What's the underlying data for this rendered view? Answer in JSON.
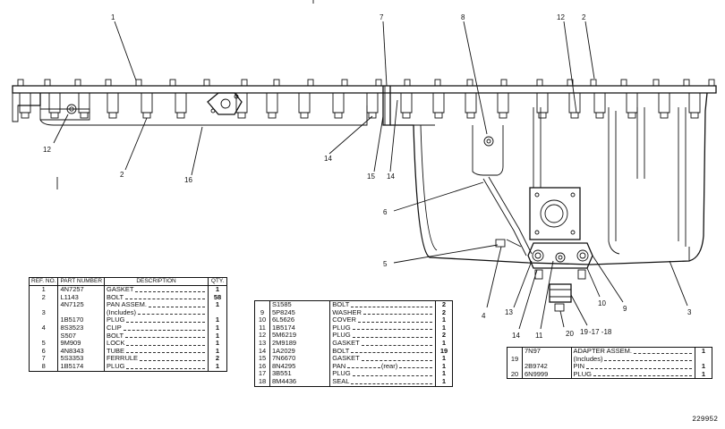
{
  "callouts": {
    "c1": "1",
    "c2_top": "2",
    "c2_left": "2",
    "c3": "3",
    "c4": "4",
    "c5": "5",
    "c6": "6",
    "c7": "7",
    "c8": "8",
    "c9": "9",
    "c10": "10",
    "c11": "11",
    "c12_left": "12",
    "c12_top": "12",
    "c13": "13",
    "c14_mid": "14",
    "c14_right": "14",
    "c14_bottom": "14",
    "c15": "15",
    "c16": "16",
    "c19": "19",
    "c17_18": "-17 -18",
    "c20": "20"
  },
  "table1": {
    "headers": {
      "ref": "REF. NO.",
      "pn": "PART NUMBER",
      "desc": "DESCRIPTION",
      "qty": "QTY."
    },
    "rows": [
      {
        "ref": "1",
        "pn": "4N7257",
        "desc": "GASKET",
        "qty": "1"
      },
      {
        "ref": "2",
        "pn": "L1143",
        "desc": "BOLT",
        "qty": "58"
      },
      {
        "ref": "",
        "pn": "4N7125",
        "desc": "PAN ASSEM.",
        "qty": "1"
      },
      {
        "ref": "3",
        "pn": "",
        "desc": "(Includes)",
        "qty": ""
      },
      {
        "ref": "",
        "pn": "1B5170",
        "desc": "PLUG",
        "qty": "1"
      },
      {
        "ref": "4",
        "pn": "8S3523",
        "desc": "CLIP",
        "qty": "1"
      },
      {
        "ref": "",
        "pn": "S507",
        "desc": "BOLT",
        "qty": "1"
      },
      {
        "ref": "5",
        "pn": "9M909",
        "desc": "LOCK",
        "qty": "1"
      },
      {
        "ref": "6",
        "pn": "4N8343",
        "desc": "TUBE",
        "qty": "1"
      },
      {
        "ref": "7",
        "pn": "5S3353",
        "desc": "FERRULE",
        "qty": "2"
      },
      {
        "ref": "8",
        "pn": "1B5174",
        "desc": "PLUG",
        "qty": "1"
      }
    ]
  },
  "table2": {
    "rows": [
      {
        "ref": "",
        "pn": "S1585",
        "desc": "BOLT",
        "qty": "2"
      },
      {
        "ref": "9",
        "pn": "5P8245",
        "desc": "WASHER",
        "qty": "2"
      },
      {
        "ref": "10",
        "pn": "6L5626",
        "desc": "COVER",
        "qty": "1"
      },
      {
        "ref": "11",
        "pn": "1B5174",
        "desc": "PLUG",
        "qty": "1"
      },
      {
        "ref": "12",
        "pn": "5M6219",
        "desc": "PLUG",
        "qty": "2"
      },
      {
        "ref": "13",
        "pn": "2M9189",
        "desc": "GASKET",
        "qty": "1"
      },
      {
        "ref": "14",
        "pn": "1A2029",
        "desc": "BOLT",
        "qty": "19"
      },
      {
        "ref": "15",
        "pn": "7N6670",
        "desc": "GASKET",
        "qty": "1"
      },
      {
        "ref": "16",
        "pn": "8N4295",
        "desc": "PAN",
        "note": "(rear)",
        "qty": "1"
      },
      {
        "ref": "17",
        "pn": "3B551",
        "desc": "PLUG",
        "qty": "1"
      },
      {
        "ref": "18",
        "pn": "8M4436",
        "desc": "SEAL",
        "qty": "1"
      }
    ]
  },
  "table3": {
    "rows": [
      {
        "ref": "",
        "pn": "7N97",
        "desc": "ADAPTER ASSEM.",
        "qty": "1"
      },
      {
        "ref": "19",
        "pn": "",
        "desc": "(Includes)",
        "qty": ""
      },
      {
        "ref": "",
        "pn": "2B9742",
        "desc": "PIN",
        "qty": "1"
      },
      {
        "ref": "20",
        "pn": "6N9999",
        "desc": "PLUG",
        "qty": "1"
      }
    ]
  },
  "drawing_number": "229952"
}
